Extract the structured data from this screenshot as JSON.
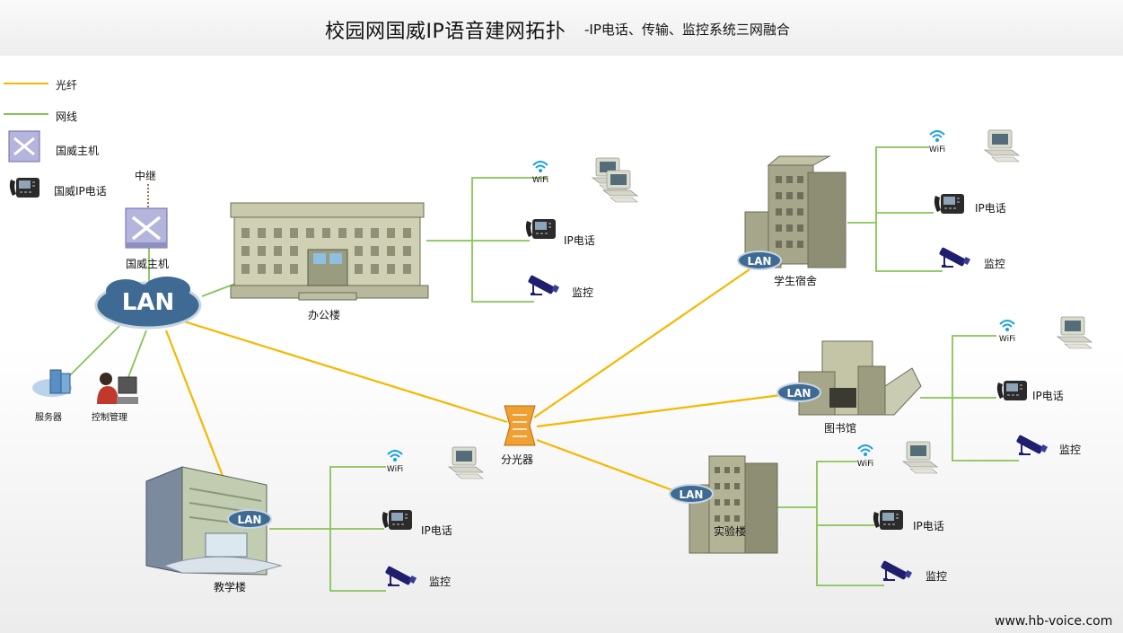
{
  "title": {
    "main": "校园网国威IP语音建网拓扑",
    "sub": "-IP电话、传输、监控系统三网融合"
  },
  "legend": [
    {
      "label": "光纤",
      "color": "#f5b800"
    },
    {
      "label": "网线",
      "color": "#86c456"
    },
    {
      "label": "国威主机",
      "icon": "switch-icon"
    },
    {
      "label": "国威IP电话",
      "icon": "ip-phone-icon"
    }
  ],
  "core": {
    "relay": "中继",
    "host": "国威主机",
    "lan": "LAN",
    "server": "服务器",
    "control": "控制管理",
    "splitter": "分光器"
  },
  "buildings": {
    "office": "办公楼",
    "dorm": "学生宿舍",
    "library": "图书馆",
    "lab": "实验楼",
    "teaching": "教学楼"
  },
  "endpoints": {
    "wifi": "WiFi",
    "phone": "IP电话",
    "camera": "监控",
    "lan": "LAN"
  },
  "footer": "www.hb-voice.com"
}
